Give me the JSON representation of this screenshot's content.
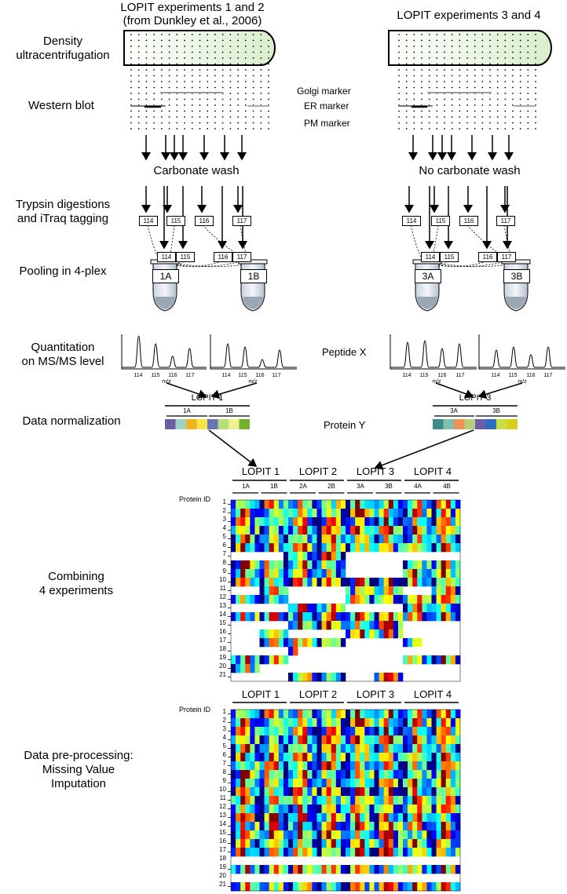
{
  "headers": {
    "exp12_line1": "LOPIT experiments 1 and 2",
    "exp12_line2": "(from Dunkley et al., 2006)",
    "exp34": "LOPIT experiments 3 and 4"
  },
  "steps": {
    "density_1": "Density",
    "density_2": "ultracentrifugation",
    "western": "Western blot",
    "trypsin_1": "Trypsin digestions",
    "trypsin_2": "and iTraq tagging",
    "pooling": "Pooling in 4-plex",
    "quant_1": "Quantitation",
    "quant_2": "on MS/MS level",
    "norm": "Data normalization",
    "combine_1": "Combining",
    "combine_2": "4 experiments",
    "pre_1": "Data pre-processing:",
    "pre_2": "Missing Value",
    "pre_3": "Imputation"
  },
  "markers": {
    "golgi": "Golgi marker",
    "er": "ER marker",
    "pm": "PM marker"
  },
  "wash": {
    "left": "Carbonate wash",
    "right": "No carbonate wash"
  },
  "tags": {
    "t114": "114",
    "t115": "115",
    "t116": "116",
    "t117": "117"
  },
  "tubes": {
    "a1": "1A",
    "b1": "1B",
    "a3": "3A",
    "b3": "3B"
  },
  "ms": {
    "peptide": "Peptide X",
    "mz": "m/z",
    "ticks": [
      "114",
      "115",
      "116",
      "117"
    ]
  },
  "norm": {
    "lopit1": "LOPIT 1",
    "lopit3": "LOPIT 3",
    "sub1a": "1A",
    "sub1b": "1B",
    "sub3a": "3A",
    "sub3b": "3B",
    "protein": "Protein Y"
  },
  "heatmap": {
    "protein_id": "Protein ID",
    "groups": [
      "LOPIT 1",
      "LOPIT 2",
      "LOPIT 3",
      "LOPIT 4"
    ],
    "subgroups": [
      "1A",
      "1B",
      "2A",
      "2B",
      "3A",
      "3B",
      "4A",
      "4B"
    ],
    "rows": [
      "1",
      "2",
      "3",
      "4",
      "5",
      "6",
      "7",
      "8",
      "9",
      "10",
      "11",
      "12",
      "13",
      "14",
      "15",
      "16",
      "17",
      "18",
      "19",
      "20",
      "21"
    ]
  },
  "colors": {
    "jet_low": "#00008f",
    "jet_high": "#800000",
    "tube_fill": "#dfe6ee",
    "gradient_tube": "#e3f3da"
  }
}
